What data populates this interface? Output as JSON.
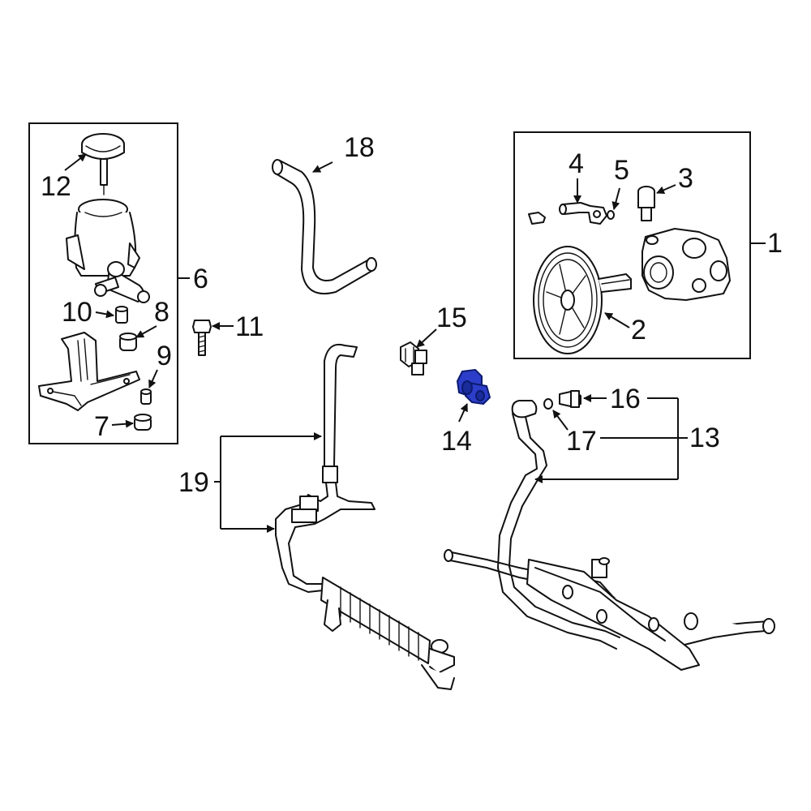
{
  "diagram": {
    "highlight_color": "#2c3ec9",
    "callouts": {
      "c1": "1",
      "c2": "2",
      "c3": "3",
      "c4": "4",
      "c5": "5",
      "c6": "6",
      "c7": "7",
      "c8": "8",
      "c9": "9",
      "c10": "10",
      "c11": "11",
      "c12": "12",
      "c13": "13",
      "c14": "14",
      "c15": "15",
      "c16": "16",
      "c17": "17",
      "c18": "18",
      "c19": "19"
    }
  }
}
